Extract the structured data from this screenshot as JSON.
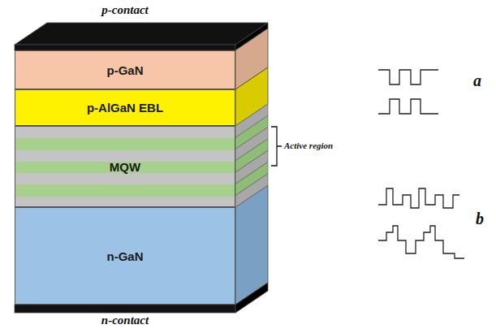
{
  "diagram": {
    "nodes": [
      {
        "text": [
          "p-GaN"
        ]
      },
      {
        "text": [
          "p-AlGaN EBL"
        ]
      },
      {
        "text": [
          "MQW"
        ]
      },
      {
        "text": [
          "n-GaN"
        ]
      }
    ],
    "labels": [
      "p-contact",
      "n-contact",
      "Active region",
      "a",
      "b"
    ]
  }
}
